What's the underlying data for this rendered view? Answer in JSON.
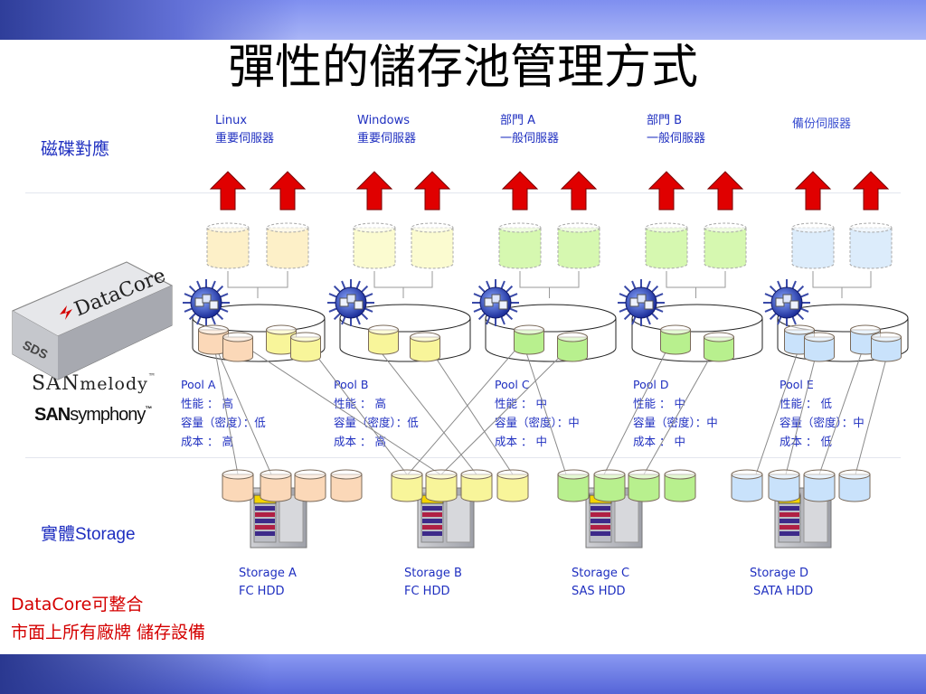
{
  "title": "彈性的儲存池管理方式",
  "labels": {
    "disk_mapping": "磁碟對應",
    "physical_storage": "實體Storage"
  },
  "servers": [
    {
      "line1": "Linux",
      "line2": "重要伺服器"
    },
    {
      "line1": "Windows",
      "line2": "重要伺服器"
    },
    {
      "line1": "部門 A",
      "line2": "一般伺服器"
    },
    {
      "line1": "部門 B",
      "line2": "一般伺服器"
    },
    {
      "line1": "備份伺服器",
      "line2": ""
    }
  ],
  "pools": [
    {
      "name": "Pool A",
      "performance": "性能 ： 高",
      "capacity": "容量（密度）：低",
      "cost": "成本 ： 高",
      "color": "#fbd8b8"
    },
    {
      "name": "Pool B",
      "performance": "性能 ： 高",
      "capacity": "容量（密度）：低",
      "cost": "成本 ： 高",
      "color": "#f8f59a"
    },
    {
      "name": "Pool C",
      "performance": "性能 ： 中",
      "capacity": "容量（密度）：中",
      "cost": "成本 ： 中",
      "color": "#b8f08e"
    },
    {
      "name": "Pool D",
      "performance": "性能 ： 中",
      "capacity": "容量（密度）：中",
      "cost": "成本 ： 中",
      "color": "#b8f08e"
    },
    {
      "name": "Pool E",
      "performance": "性能 ： 低",
      "capacity": "容量（密度）：中",
      "cost": "成本 ： 低",
      "color": "#c9e2fb"
    }
  ],
  "storages": [
    {
      "name": "Storage A",
      "type": "FC HDD"
    },
    {
      "name": "Storage B",
      "type": "FC HDD"
    },
    {
      "name": "Storage C",
      "type": "SAS HDD"
    },
    {
      "name": "Storage D",
      "type": "SATA HDD"
    }
  ],
  "brands": {
    "sanmelody_a": "SAN",
    "sanmelody_b": "melody",
    "sansymphony_a": "SAN",
    "sansymphony_b": "symphony",
    "tm": "™",
    "appliance_text": "DataCore",
    "appliance_badge": "SDS"
  },
  "note": {
    "line1": "DataCore可整合",
    "line2": "市面上所有廠牌 儲存設備"
  },
  "colors": {
    "arrow": "#e00000",
    "label_blue": "#1f2fc0",
    "note_red": "#d40000",
    "virtual_disk_peach": "#fdf0c8",
    "virtual_disk_yellow": "#fbfbd0",
    "virtual_disk_green": "#d6f8b0",
    "virtual_disk_blue": "#dcecfb",
    "physical_disk_peach": "#fbd8b8",
    "physical_disk_yellow": "#f8f59a",
    "physical_disk_green": "#b8f08e",
    "physical_disk_blue": "#c9e2fb"
  }
}
